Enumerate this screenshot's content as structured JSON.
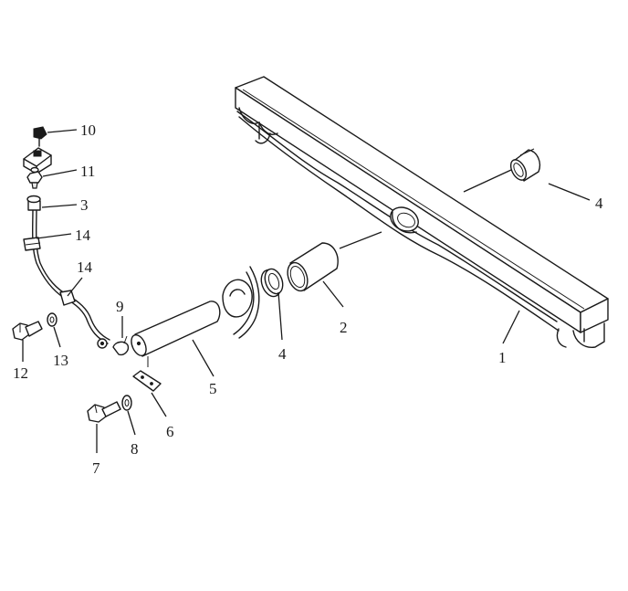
{
  "callouts": {
    "c1": "1",
    "c2": "2",
    "c3": "3",
    "c4a": "4",
    "c4b": "4",
    "c5": "5",
    "c6": "6",
    "c7": "7",
    "c8": "8",
    "c9": "9",
    "c10": "10",
    "c11": "11",
    "c12": "12",
    "c13": "13",
    "c14a": "14",
    "c14b": "14"
  },
  "colors": {
    "line": "#1a1a1a",
    "background": "#ffffff"
  }
}
